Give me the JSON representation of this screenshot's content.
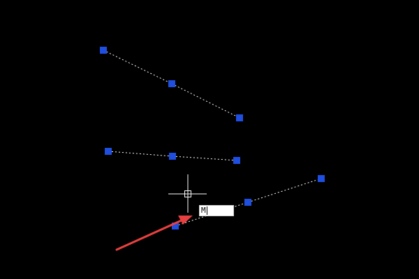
{
  "cad": {
    "background_color": "#000000",
    "grip_color": "#1f4fe0",
    "selection_line_color": "#ffffff",
    "crosshair_color": "#ffffff",
    "arrow_color": "#e84040",
    "polylines": [
      {
        "name": "polyline-1",
        "grips": [
          "grip-1a",
          "grip-1b",
          "grip-1c"
        ]
      },
      {
        "name": "polyline-2",
        "grips": [
          "grip-2a",
          "grip-2b",
          "grip-2c"
        ]
      },
      {
        "name": "polyline-3",
        "grips": [
          "grip-3a",
          "grip-3b",
          "grip-3c"
        ]
      }
    ],
    "command_input": {
      "value": "M"
    }
  }
}
